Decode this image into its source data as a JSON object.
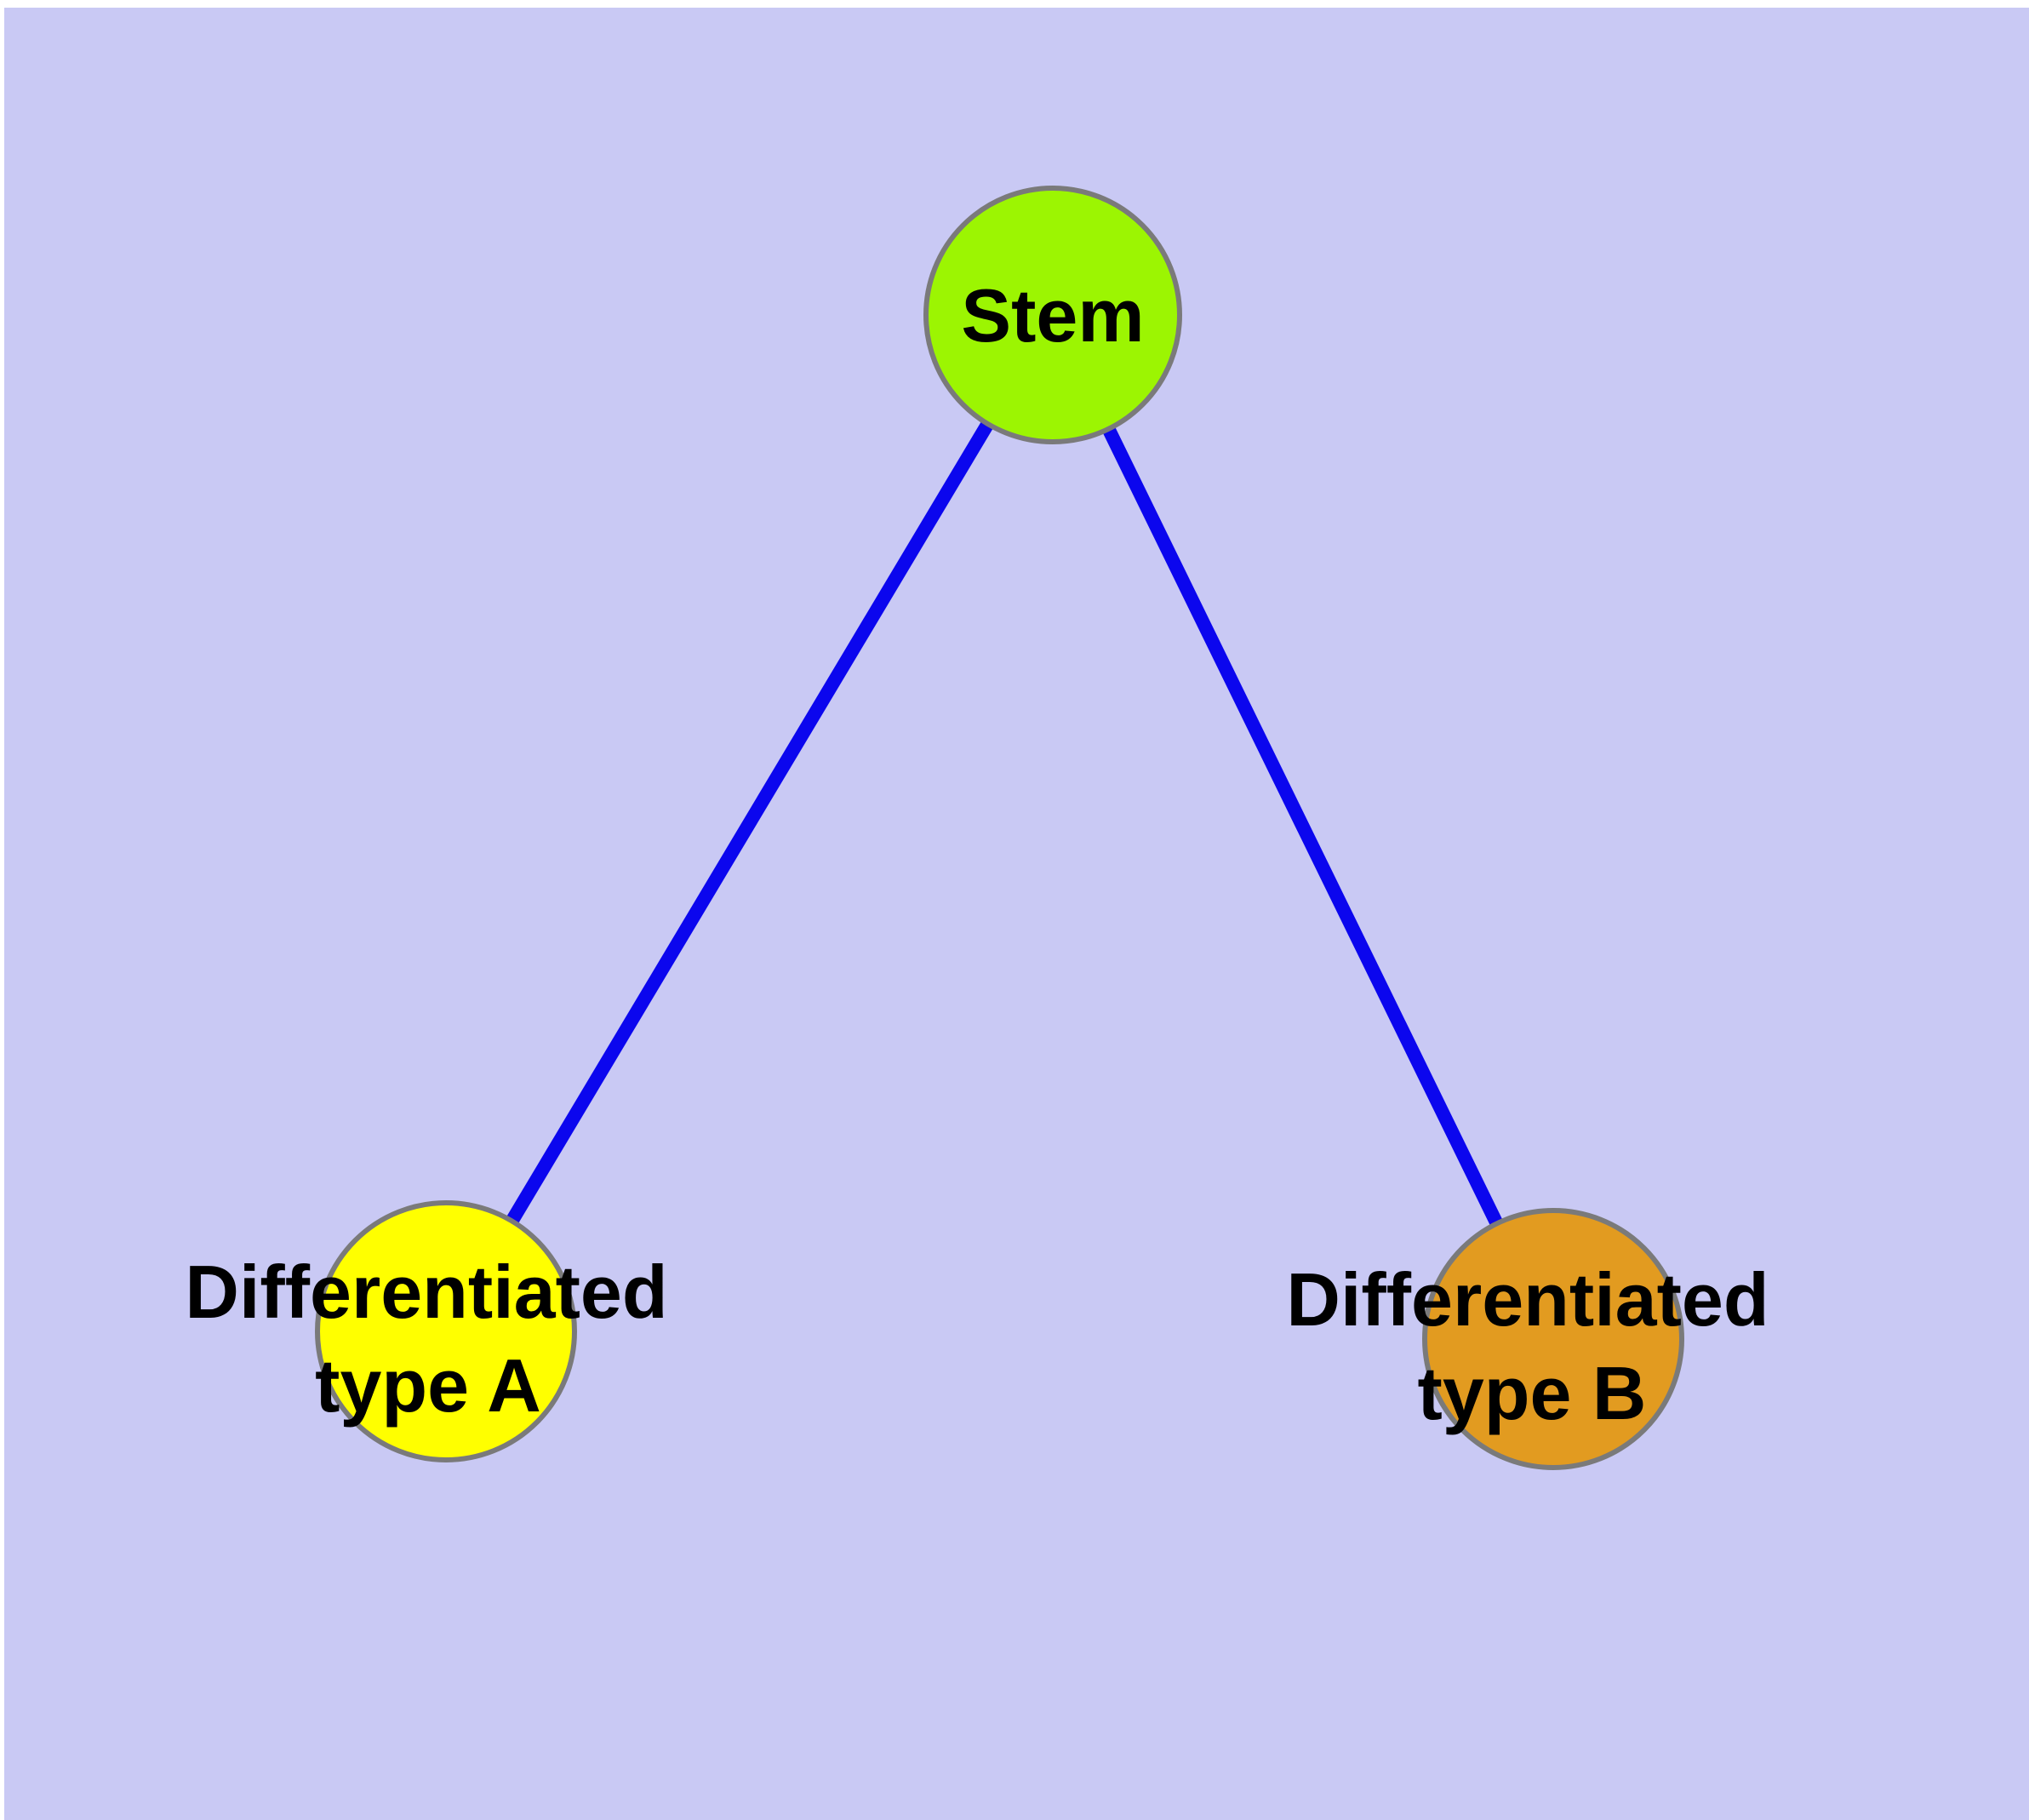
{
  "canvas": {
    "page_background": "#ffffff",
    "plot_background": "#c9c9f4"
  },
  "graph": {
    "title": "",
    "node_label_color": "#000000",
    "node_border_color": "#7a7a7a",
    "edge_color": "#0b06ee",
    "nodes": [
      {
        "id": "stem",
        "label": "Stem",
        "label_lines": [
          "Stem"
        ],
        "fill": "#9cf502"
      },
      {
        "id": "diff_a",
        "label": "Differentiated type A",
        "label_lines": [
          "Differentiated",
          "type A"
        ],
        "fill": "#ffff00"
      },
      {
        "id": "diff_b",
        "label": "Differentiated type B",
        "label_lines": [
          "Differentiated",
          "type B"
        ],
        "fill": "#e29b20"
      }
    ],
    "edges": [
      {
        "from": "stem",
        "to": "diff_a"
      },
      {
        "from": "stem",
        "to": "diff_b"
      }
    ]
  }
}
